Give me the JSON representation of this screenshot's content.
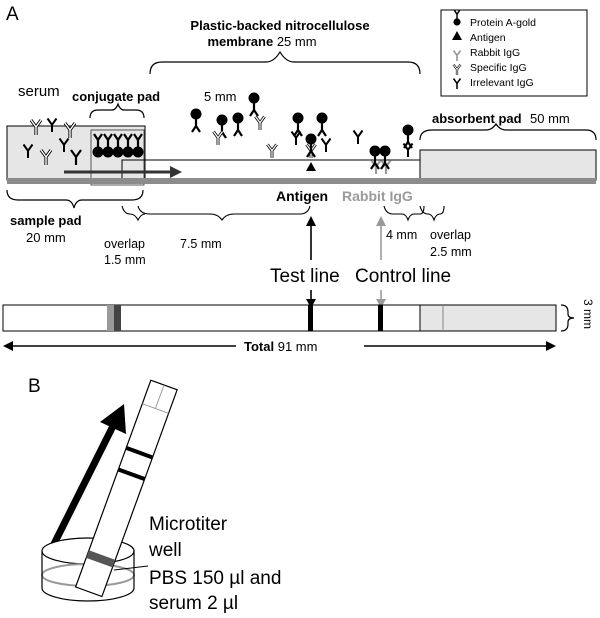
{
  "panel_a": {
    "label": "A",
    "membrane": {
      "title_line1": "Plastic-backed nitrocellulose",
      "title_line2_bold": "membrane",
      "title_line2_rest": "25 mm"
    },
    "serum": "serum",
    "conjugate_pad": {
      "label": "conjugate pad",
      "size": "5 mm"
    },
    "absorbent_pad": {
      "label": "absorbent pad",
      "size": "50 mm"
    },
    "sample_pad": {
      "label": "sample pad",
      "size": "20 mm"
    },
    "legend": [
      {
        "icon": "protein-a-gold",
        "text": "Protein A-gold"
      },
      {
        "icon": "antigen",
        "text": "Antigen"
      },
      {
        "icon": "rabbit-igg",
        "text": "Rabbit IgG"
      },
      {
        "icon": "specific-igg",
        "text": "Specific IgG"
      },
      {
        "icon": "irrelevant-igg",
        "text": "Irrelevant IgG"
      }
    ],
    "antigen_line": "Antigen",
    "rabbit_igg_line": "Rabbit IgG",
    "overlap_1_line1": "overlap",
    "overlap_1_line2": "1.5 mm",
    "dist_7_5": "7.5 mm",
    "dist_4": "4 mm",
    "overlap_2_line1": "overlap",
    "overlap_2_line2": "2.5 mm",
    "test_line": "Test line",
    "control_line": "Control line",
    "width_3mm": "3 mm",
    "total_label": "Total",
    "total_value": "91 mm"
  },
  "panel_b": {
    "label": "B",
    "microtiter_line1": "Microtiter",
    "microtiter_line2": "well",
    "pbs_line1": "PBS 150 µl and",
    "pbs_line2": "serum 2 µl"
  },
  "colors": {
    "strip_gray": "#8c8c8c",
    "pad_fill": "#e6e6e6",
    "rabbit_gray": "#9a9a9a"
  }
}
